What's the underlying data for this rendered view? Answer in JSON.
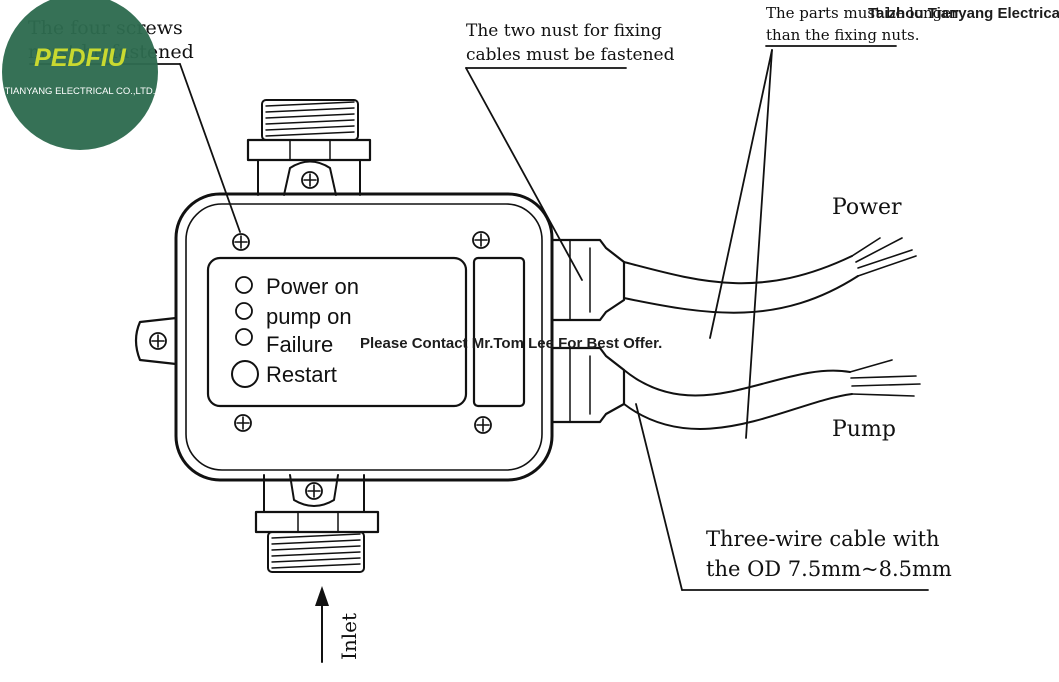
{
  "brand": {
    "logo_mark": "PEDFIU",
    "logo_subtitle": "TIANYANG ELECTRICAL CO.,LTD.",
    "logo_color": "#2e6b4f",
    "company_watermark": "Taizhou Tianyang Electrical Co.,LTD"
  },
  "watermark": {
    "contact": "Please Contact Mr.Tom Lee For Best Offer."
  },
  "callouts": {
    "four_screws": [
      "The four screws",
      "must be fastened"
    ],
    "fixing_nuts": [
      "The two nust for fixing",
      "cables must be fastened"
    ],
    "longer_parts": [
      "The parts must be longer",
      "than the fixing nuts."
    ],
    "power": "Power",
    "pump": "Pump",
    "three_wire": [
      "Three-wire cable with",
      "the OD 7.5mm~8.5mm"
    ],
    "inlet": "Inlet"
  },
  "panel": {
    "indicators": [
      {
        "label": "Power on"
      },
      {
        "label": "pump on"
      },
      {
        "label": "Failure"
      },
      {
        "label": "Restart"
      }
    ]
  },
  "icons": {
    "screw": "screw-icon",
    "indicator_led": "led-icon",
    "restart_button": "restart-button-icon",
    "inlet_arrow": "arrow-up-icon"
  }
}
